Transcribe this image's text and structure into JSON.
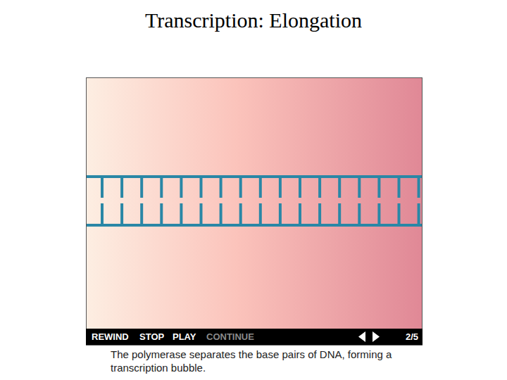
{
  "diagram": {
    "title": "Transcription: Elongation",
    "caption": "The polymerase separates the base pairs of DNA, forming a transcription bubble.",
    "nodes": [
      {
        "text": [
          "REWIND",
          "STOP",
          "PLAY",
          "CONTINUE",
          "2/5"
        ]
      }
    ]
  }
}
